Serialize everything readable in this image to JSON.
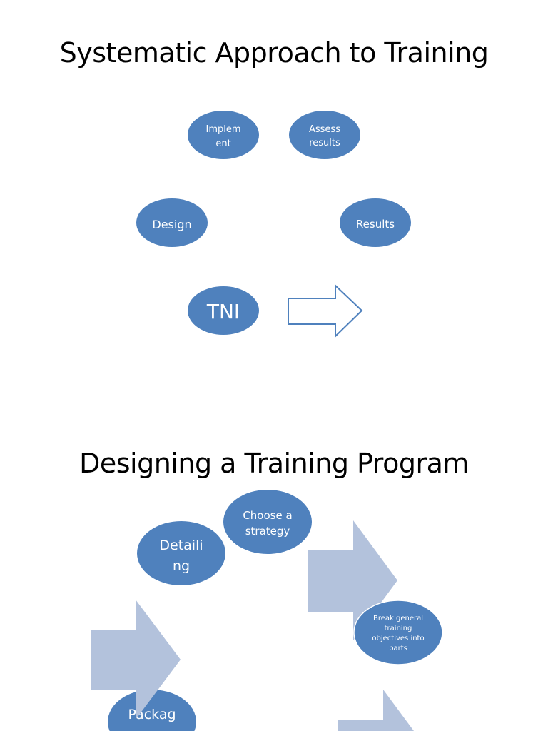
{
  "slides": [
    {
      "title": "Systematic Approach to Training",
      "nodes": {
        "implement": [
          "Implem",
          "ent"
        ],
        "assess": [
          "Assess",
          "results"
        ],
        "design": "Design",
        "results": "Results",
        "tni": "TNI"
      }
    },
    {
      "title": "Designing a Training Program",
      "nodes": {
        "choose": [
          "Choose a",
          "strategy"
        ],
        "detailing": [
          "Detaili",
          "ng"
        ],
        "break": [
          "Break general",
          "training",
          "objectives into",
          "parts"
        ],
        "package": "Packag"
      }
    }
  ],
  "colors": {
    "node": "#4f81bd",
    "arrow": "#b3c2dc",
    "outline_arrow": "#4f81bd"
  }
}
